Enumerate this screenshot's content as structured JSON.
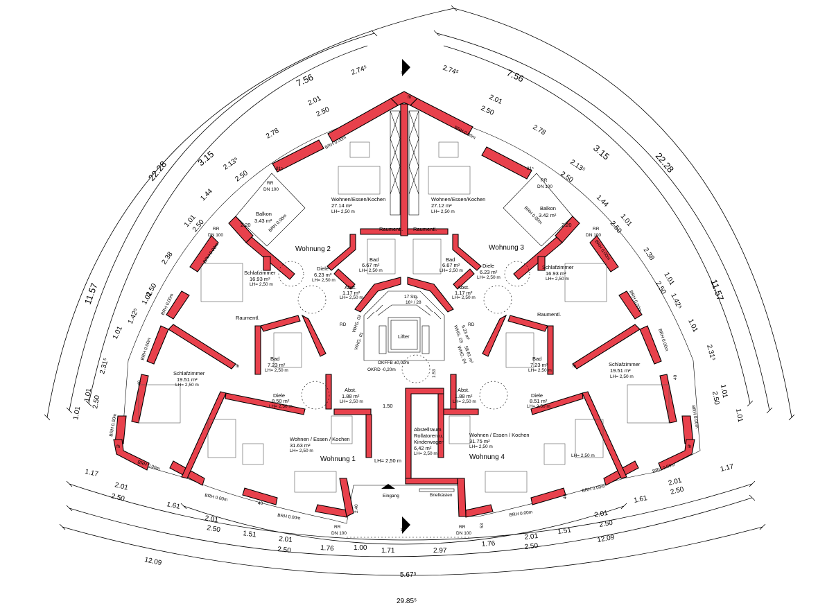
{
  "dimensions": {
    "left_outer": [
      "22.28",
      "11.57"
    ],
    "left_mid": [
      "3.15",
      "7.56"
    ],
    "left_inner": [
      "2.74⁵",
      "2.01",
      "2.50",
      "2.78",
      "2.13⁵",
      "2.50",
      "1.44",
      "1.01",
      "2.50",
      "2.38",
      "1.01",
      "1.42⁵",
      "2.50",
      "1.01",
      "2.31⁵",
      "1.01",
      "2.50",
      "1.01"
    ],
    "right_outer": [
      "22.28",
      "11.57"
    ],
    "right_mid": [
      "3.15",
      "7.56"
    ],
    "right_inner": [
      "2.74⁵",
      "2.01",
      "2.50",
      "2.78",
      "2.13⁵",
      "2.50",
      "1.44",
      "1.01",
      "2.50",
      "2.38",
      "1.01",
      "1.42⁵",
      "2.50",
      "1.01",
      "2.31⁵",
      "1.01",
      "2.50",
      "1.01"
    ],
    "bottom_row1": [
      "1.17",
      "2.01",
      "2.50",
      "1.61",
      "2.01",
      "2.50",
      "1.51",
      "2.01",
      "2.50",
      "1.76",
      "1.00",
      "1.71",
      "2.97",
      "1.76",
      "2.01",
      "2.50",
      "1.51",
      "2.01",
      "2.50",
      "1.61",
      "2.01",
      "2.50",
      "1.17"
    ],
    "bottom_row2": [
      "12.09",
      "12.09"
    ],
    "bottom_mid": "5.67⁵",
    "bottom_total": "29.85⁵",
    "inner": [
      "1.50",
      "1.53",
      "2.40",
      "2.20",
      "2.20",
      "81⁵",
      "81⁵",
      "40",
      "40",
      "40",
      "40",
      "53"
    ]
  },
  "units": {
    "wohnung1": "Wohnung 1",
    "wohnung2": "Wohnung 2",
    "wohnung3": "Wohnung 3",
    "wohnung4": "Wohnung 4"
  },
  "rooms": {
    "w2_wohnen": {
      "name": "Wohnen/Essen/Kochen",
      "area": "27.14 m²",
      "lh": "LH= 2,50 m"
    },
    "w3_wohnen": {
      "name": "Wohnen/Essen/Kochen",
      "area": "27.12 m²",
      "lh": "LH= 2,50 m"
    },
    "w2_balkon": {
      "name": "Balkon",
      "area": "3.43 m²"
    },
    "w3_balkon": {
      "name": "Balkon",
      "area": "3.42 m²"
    },
    "w2_schlaf": {
      "name": "Schlafzimmer",
      "area": "16.93 m²",
      "lh": "LH= 2,50 m"
    },
    "w3_schlaf": {
      "name": "Schlafzimmer",
      "area": "16.93 m²",
      "lh": "LH= 2,50 m"
    },
    "w2_diele": {
      "name": "Diele",
      "area": "6.23 m²",
      "lh": "LH= 2,50 m"
    },
    "w3_diele": {
      "name": "Diele",
      "area": "6.23 m²",
      "lh": "LH= 2,50 m"
    },
    "w2_bad": {
      "name": "Bad",
      "area": "6.67 m²",
      "lh": "LH= 2,50 m"
    },
    "w3_bad": {
      "name": "Bad",
      "area": "6.67 m²",
      "lh": "LH= 2,50 m"
    },
    "w2_abst": {
      "name": "Abst.",
      "area": "1.17 m²",
      "lh": "LH= 2,50 m"
    },
    "w3_abst": {
      "name": "Abst.",
      "area": "1.17 m²",
      "lh": "LH= 2,50 m"
    },
    "w1_schlaf": {
      "name": "Schlafzimmer",
      "area": "19.51 m²",
      "lh": "LH= 2,50 m"
    },
    "w4_schlaf": {
      "name": "Schlafzimmer",
      "area": "19.51 m²",
      "lh": "LH= 2,50 m"
    },
    "w1_bad": {
      "name": "Bad",
      "area": "7.23 m²",
      "lh": "LH= 2,50 m"
    },
    "w4_bad": {
      "name": "Bad",
      "area": "7.23 m²",
      "lh": "LH= 2,50 m"
    },
    "w1_diele": {
      "name": "Diele",
      "area": "8.50 m²",
      "lh": "LH= 2,50 m"
    },
    "w4_diele": {
      "name": "Diele",
      "area": "8.51 m²",
      "lh": "LH= 2,50 m"
    },
    "w1_abst": {
      "name": "Abst.",
      "area": "1.88 m²",
      "lh": "LH= 2,50 m"
    },
    "w4_abst": {
      "name": "Abst.",
      "area": "1.88 m²",
      "lh": "LH= 2,50 m"
    },
    "w1_wohnen": {
      "name": "Wohnen / Essen / Kochen",
      "area": "31.63 m²",
      "lh": "LH= 2,50 m"
    },
    "w4_wohnen": {
      "name": "Wohnen / Essen / Kochen",
      "area": "31.75 m²",
      "lh": "LH= 2,50 m"
    },
    "abstellraum": {
      "line1": "Abstellraum",
      "line2": "Rollatoren u.",
      "line3": "Kinderwagen",
      "area": "6,42 m²",
      "lh": "LH= 2,50 m"
    },
    "raumentl_1": "Raumentl.",
    "raumentl_2": "Raumentl.",
    "raumentl_3": "Raumentl.",
    "raumentl_4": "Raumentl.",
    "lift": "Lifter",
    "stair": {
      "line1": "17 Stg.",
      "line2": "16⁸ / 28"
    }
  },
  "labels": {
    "brh": "BRH 0.00m",
    "rr": "RR",
    "dn100": "DN 100",
    "fh": "fh",
    "okffb": "OKFFB ±0,00m",
    "okrd": "OKRD -0,20m",
    "eingang": "Eingang",
    "briefkasten": "Briefkästen",
    "lh_hall": "LH= 2,50 m",
    "lh_w4": "LH= 2,50 m",
    "section_mark": "A",
    "whg01": "WHG. 01",
    "whg02": "WHG. 02",
    "whg03": "WHG. 03",
    "whg04": "WHG. 04",
    "wc_area": "6.23 m²",
    "wc_area2": "58.81 m²",
    "rd": "RD"
  }
}
